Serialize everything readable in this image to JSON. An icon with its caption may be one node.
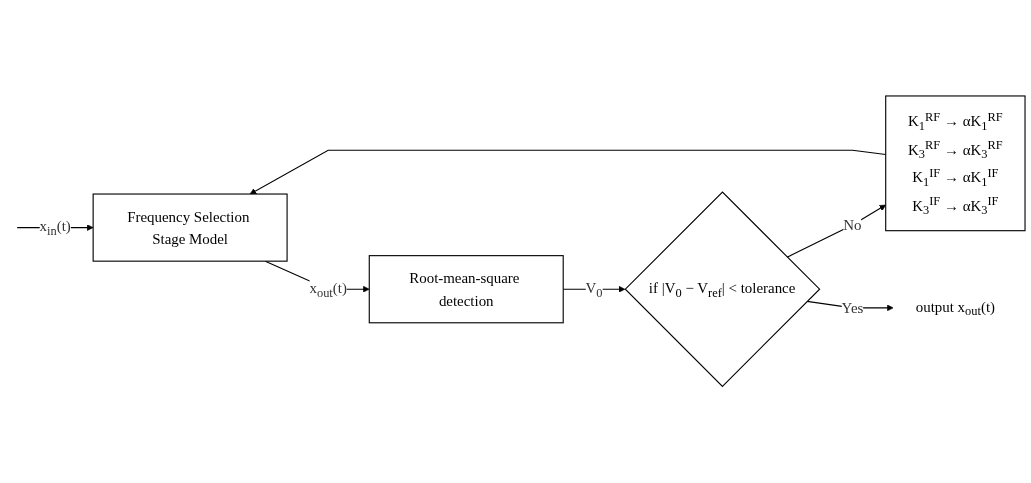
{
  "diagram": {
    "nodes": [
      {
        "text": [
          "Frequency Selection Stage Model"
        ]
      },
      {
        "text": [
          "Root-mean-square detection"
        ]
      },
      {
        "text": [
          "if |V$_{0}$ − V$_{ref}$| < tolerance"
        ]
      },
      {
        "text": [
          "K$_{1}$$^{RF}$ → αK$_{1}$$^{RF}$",
          "K$_{3}$$^{RF}$ → αK$_{3}$$^{RF}$",
          "K$_{1}$$^{IF}$ → αK$_{1}$$^{IF}$",
          "K$_{3}$$^{IF}$ → αK$_{3}$$^{IF}$"
        ]
      },
      {
        "text": [
          "output x$_{out}$(t)"
        ]
      }
    ],
    "edges": [
      {
        "from": null,
        "to": 0,
        "arrow": "to",
        "label": "x$_{in}$(t)"
      },
      {
        "from": 0,
        "to": 1,
        "arrow": "to",
        "label": "x$_{out}$(t)"
      },
      {
        "from": 1,
        "to": 2,
        "arrow": "to",
        "label": "V$_{0}$"
      },
      {
        "from": 2,
        "to": 3,
        "arrow": "to",
        "label": "No"
      },
      {
        "from": 2,
        "to": 4,
        "arrow": "to",
        "label": "Yes"
      },
      {
        "from": 3,
        "to": 0,
        "arrow": "to"
      }
    ]
  }
}
